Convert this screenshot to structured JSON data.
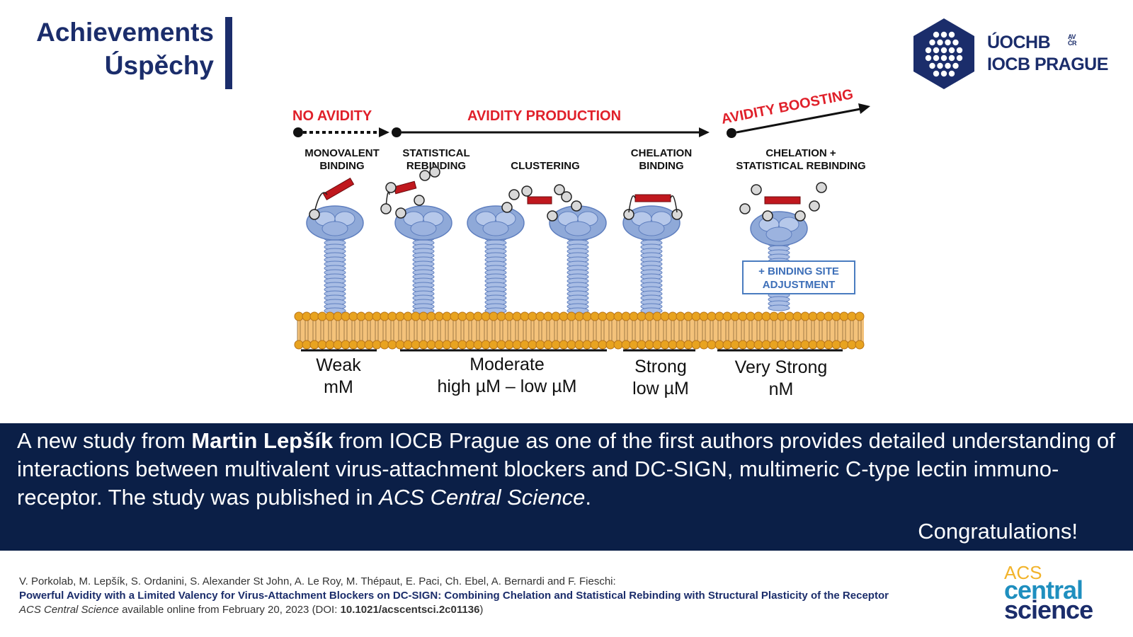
{
  "header": {
    "line1": "Achievements",
    "line2": "Úspěchy",
    "accent_color": "#1b2d6b"
  },
  "logo": {
    "icon": "iocb-hexagon-dots-icon",
    "line1": "ÚOCHB",
    "av_top": "AV",
    "av_bottom": "ČR",
    "line2": "IOCB PRAGUE"
  },
  "figure": {
    "stages": {
      "no_avidity": "NO AVIDITY",
      "avidity_production": "AVIDITY PRODUCTION",
      "avidity_boosting": "AVIDITY BOOSTING"
    },
    "labels": {
      "monovalent_1": "MONOVALENT",
      "monovalent_2": "BINDING",
      "statistical_1": "STATISTICAL",
      "statistical_2": "REBINDING",
      "clustering": "CLUSTERING",
      "chelation_1": "CHELATION",
      "chelation_2": "BINDING",
      "chel_stat_1": "CHELATION +",
      "chel_stat_2": "STATISTICAL REBINDING"
    },
    "adjustment": {
      "line1": "+ BINDING SITE",
      "line2": "ADJUSTMENT"
    },
    "strengths": [
      {
        "label": "Weak",
        "unit": "mM"
      },
      {
        "label": "Moderate",
        "unit": "high µM – low µM"
      },
      {
        "label": "Strong",
        "unit": "low µM"
      },
      {
        "label": "Very Strong",
        "unit": "nM"
      }
    ],
    "colors": {
      "stage_red": "#e0202a",
      "protein_blue": "#8fa9d8",
      "membrane_gold": "#e8a320"
    }
  },
  "announcement": {
    "prefix": "A new study from ",
    "author": "Martin Lepšík",
    "body": " from IOCB Prague as one of the first authors provides detailed understanding of interactions between multivalent virus-attachment blockers and DC-SIGN, multimeric C-type lectin immuno-receptor. The study was published in ",
    "journal": "ACS Central Science",
    "suffix": ".",
    "congrats": "Congratulations!"
  },
  "citation": {
    "authors": "V. Porkolab, M. Lepšík, S. Ordanini, S. Alexander St John, A. Le Roy, M. Thépaut, E. Paci, Ch. Ebel, A. Bernardi and F. Fieschi:",
    "title": "Powerful Avidity with a Limited Valency for Virus-Attachment Blockers on DC-SIGN: Combining Chelation and Statistical Rebinding with Structural Plasticity of the Receptor",
    "journal": "ACS Central Science",
    "available": " available online from February 20, 2023 (DOI: ",
    "doi": "10.1021/acscentsci.2c01136",
    "close": ")"
  },
  "acs_logo": {
    "line1": "ACS",
    "line2": "central",
    "line3": "science",
    "colors": {
      "gold": "#f2b32a",
      "teal": "#1f8fbf",
      "navy": "#1b2d6b"
    }
  }
}
